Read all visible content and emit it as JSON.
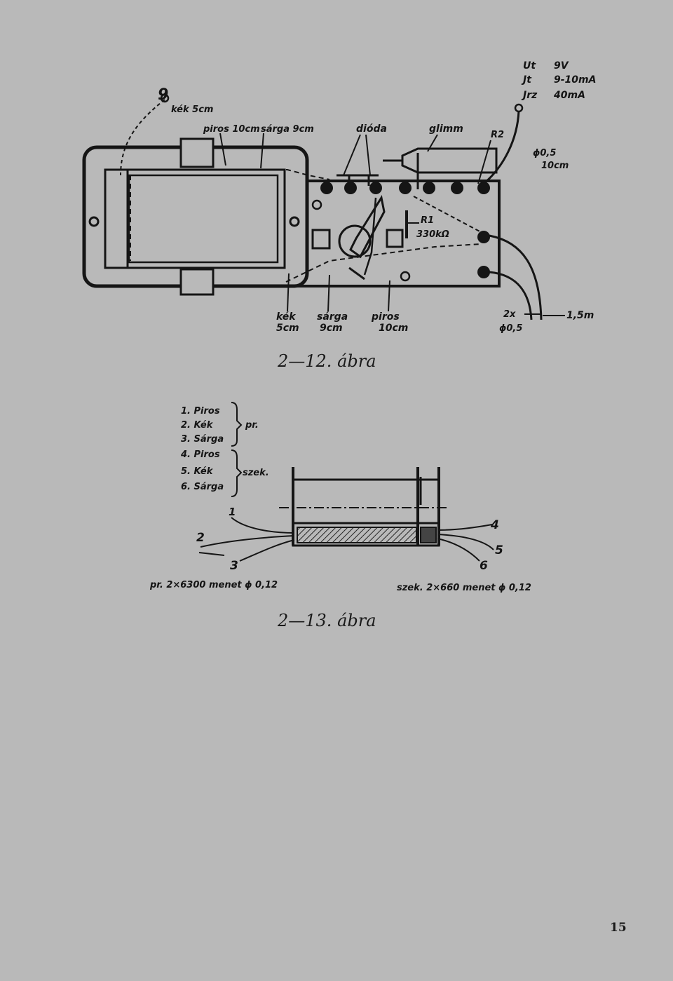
{
  "page_number": "15",
  "figure_12": {
    "caption": "2—12. ábra",
    "supply": {
      "ut": "Ut",
      "ut_val": "9V",
      "jt": "Jt",
      "jt_val": "9-10mA",
      "jrz": "Jrz",
      "jrz_val": "40mA"
    },
    "terminal_label": "9",
    "wire_kek_top": "kék 5cm",
    "wire_piros_top": "piros 10cm",
    "wire_sarga_top": "sárga 9cm",
    "dioda": "dióda",
    "glimm": "glimm",
    "r2": "R2",
    "wire_lead": "ϕ0,5",
    "wire_lead_len": "10cm",
    "r1": "R1",
    "r1_val": "330kΩ",
    "bottom_kek": "kék",
    "bottom_kek_len": "5cm",
    "bottom_sarga": "sárga",
    "bottom_sarga_len": "9cm",
    "bottom_piros": "piros",
    "bottom_piros_len": "10cm",
    "cable_count": "2x",
    "cable_dia": "ϕ0,5",
    "cable_len": "1,5m"
  },
  "figure_13": {
    "caption": "2—13. ábra",
    "legend": [
      "1. Piros",
      "2. Kék",
      "3. Sárga",
      "4. Piros",
      "5. Kék",
      "6. Sárga"
    ],
    "group_primary": "pr.",
    "group_secondary": "szek.",
    "lead_numbers": [
      "1",
      "2",
      "3",
      "4",
      "5",
      "6"
    ],
    "primary_spec": "pr. 2×6300 menet ϕ 0,12",
    "secondary_spec": "szek. 2×660 menet ϕ 0,12"
  }
}
